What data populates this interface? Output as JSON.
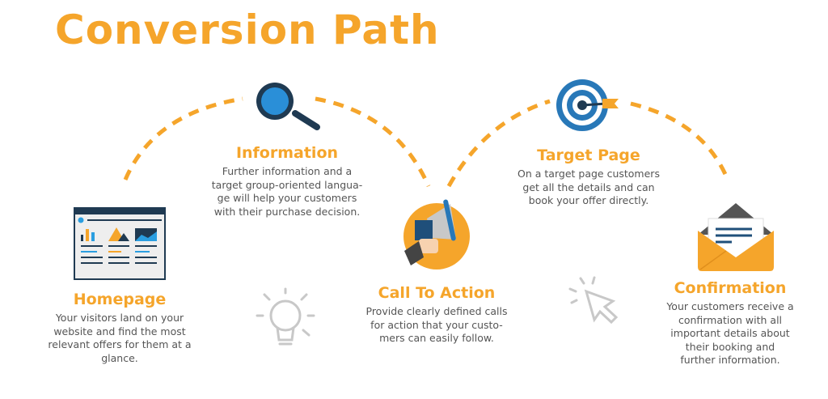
{
  "title": "Conversion Path",
  "accent": "#f5a52b",
  "steps": [
    {
      "icon": "browser-window-icon",
      "heading": "Homepage",
      "lines": [
        "Your visitors land on your",
        "website and find the most",
        "relevant offers for them at a",
        "glance."
      ]
    },
    {
      "icon": "magnifier-icon",
      "heading": "Information",
      "lines": [
        "Further information and a",
        "target group-oriented langua-",
        "ge will help your customers",
        "with their purchase decision."
      ]
    },
    {
      "icon": "megaphone-icon",
      "heading": "Call To Action",
      "lines": [
        "Provide clearly defined calls",
        "for action that your custo-",
        "mers can easily follow."
      ]
    },
    {
      "icon": "target-icon",
      "heading": "Target Page",
      "lines": [
        "On a target page customers",
        "get all the details and can",
        "book your offer directly."
      ]
    },
    {
      "icon": "envelope-icon",
      "heading": "Confirmation",
      "lines": [
        "Your customers receive a",
        "confirmation with all",
        "important details about",
        "their booking and",
        "further information."
      ]
    }
  ]
}
